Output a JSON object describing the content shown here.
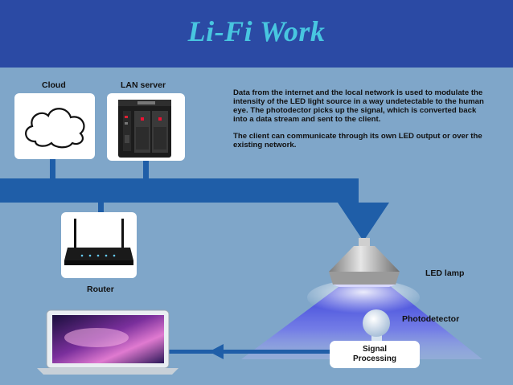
{
  "title": "Li-Fi Work",
  "labels": {
    "cloud": "Cloud",
    "lan_server": "LAN server",
    "router": "Router",
    "led_lamp": "LED lamp",
    "photodetector": "Photodetector",
    "signal_processing_line1": "Signal",
    "signal_processing_line2": "Processing"
  },
  "description": {
    "p1": "Data from the internet and the local network is used to modulate the intensity of the LED light source in a way undetectable to the human eye. The photodector picks up the signal, which is converted back into a data stream and sent to the client.",
    "p2": "The client can communicate through its own LED output or over the existing network."
  },
  "colors": {
    "header": "#2b4aa4",
    "title": "#48c6e0",
    "background": "#7fa6c9",
    "network": "#1f5ea8",
    "light_cone": "#3b3fd9"
  }
}
